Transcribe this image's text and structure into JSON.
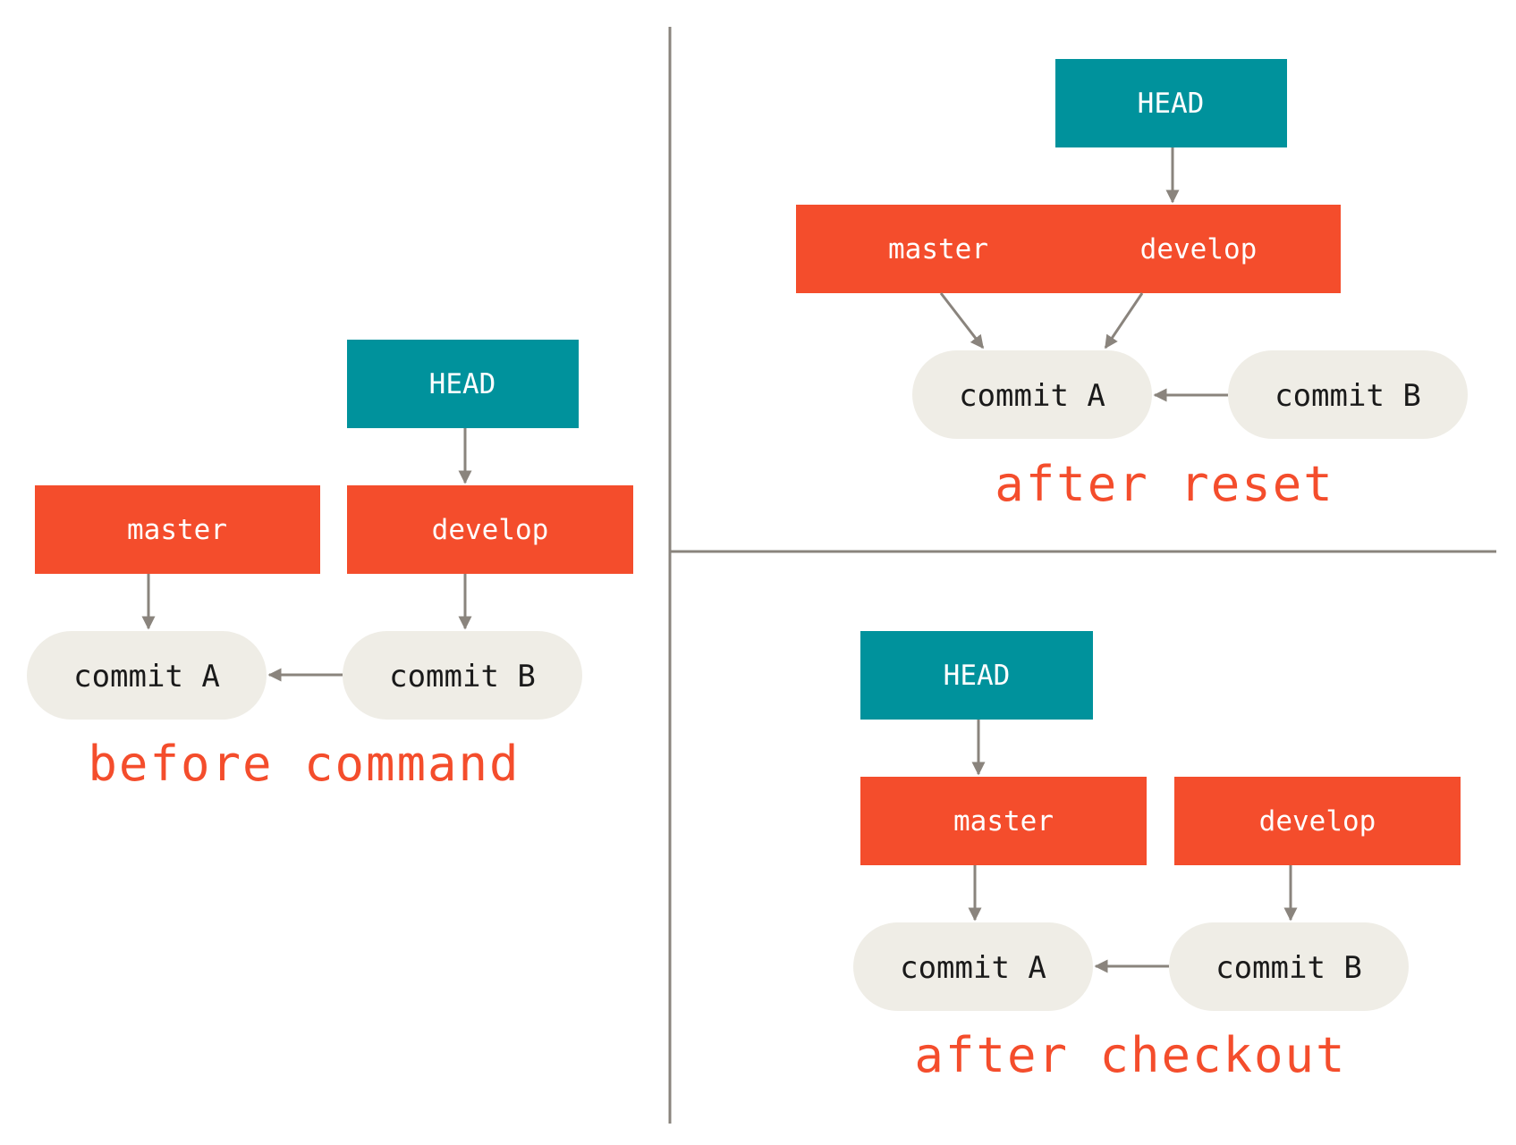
{
  "colors": {
    "head": "#00929c",
    "branch": "#f44d2c",
    "commit_fill": "#efede6",
    "commit_text": "#1a1a1a",
    "arrow": "#8a847d",
    "divider": "#8a847d",
    "caption": "#f44d2c"
  },
  "panels": {
    "before": {
      "head": "HEAD",
      "master": "master",
      "develop": "develop",
      "commit_a": "commit A",
      "commit_b": "commit B",
      "caption": "before command"
    },
    "reset": {
      "head": "HEAD",
      "master": "master",
      "develop": "develop",
      "commit_a": "commit A",
      "commit_b": "commit B",
      "caption": "after reset"
    },
    "checkout": {
      "head": "HEAD",
      "master": "master",
      "develop": "develop",
      "commit_a": "commit A",
      "commit_b": "commit B",
      "caption": "after checkout"
    }
  }
}
